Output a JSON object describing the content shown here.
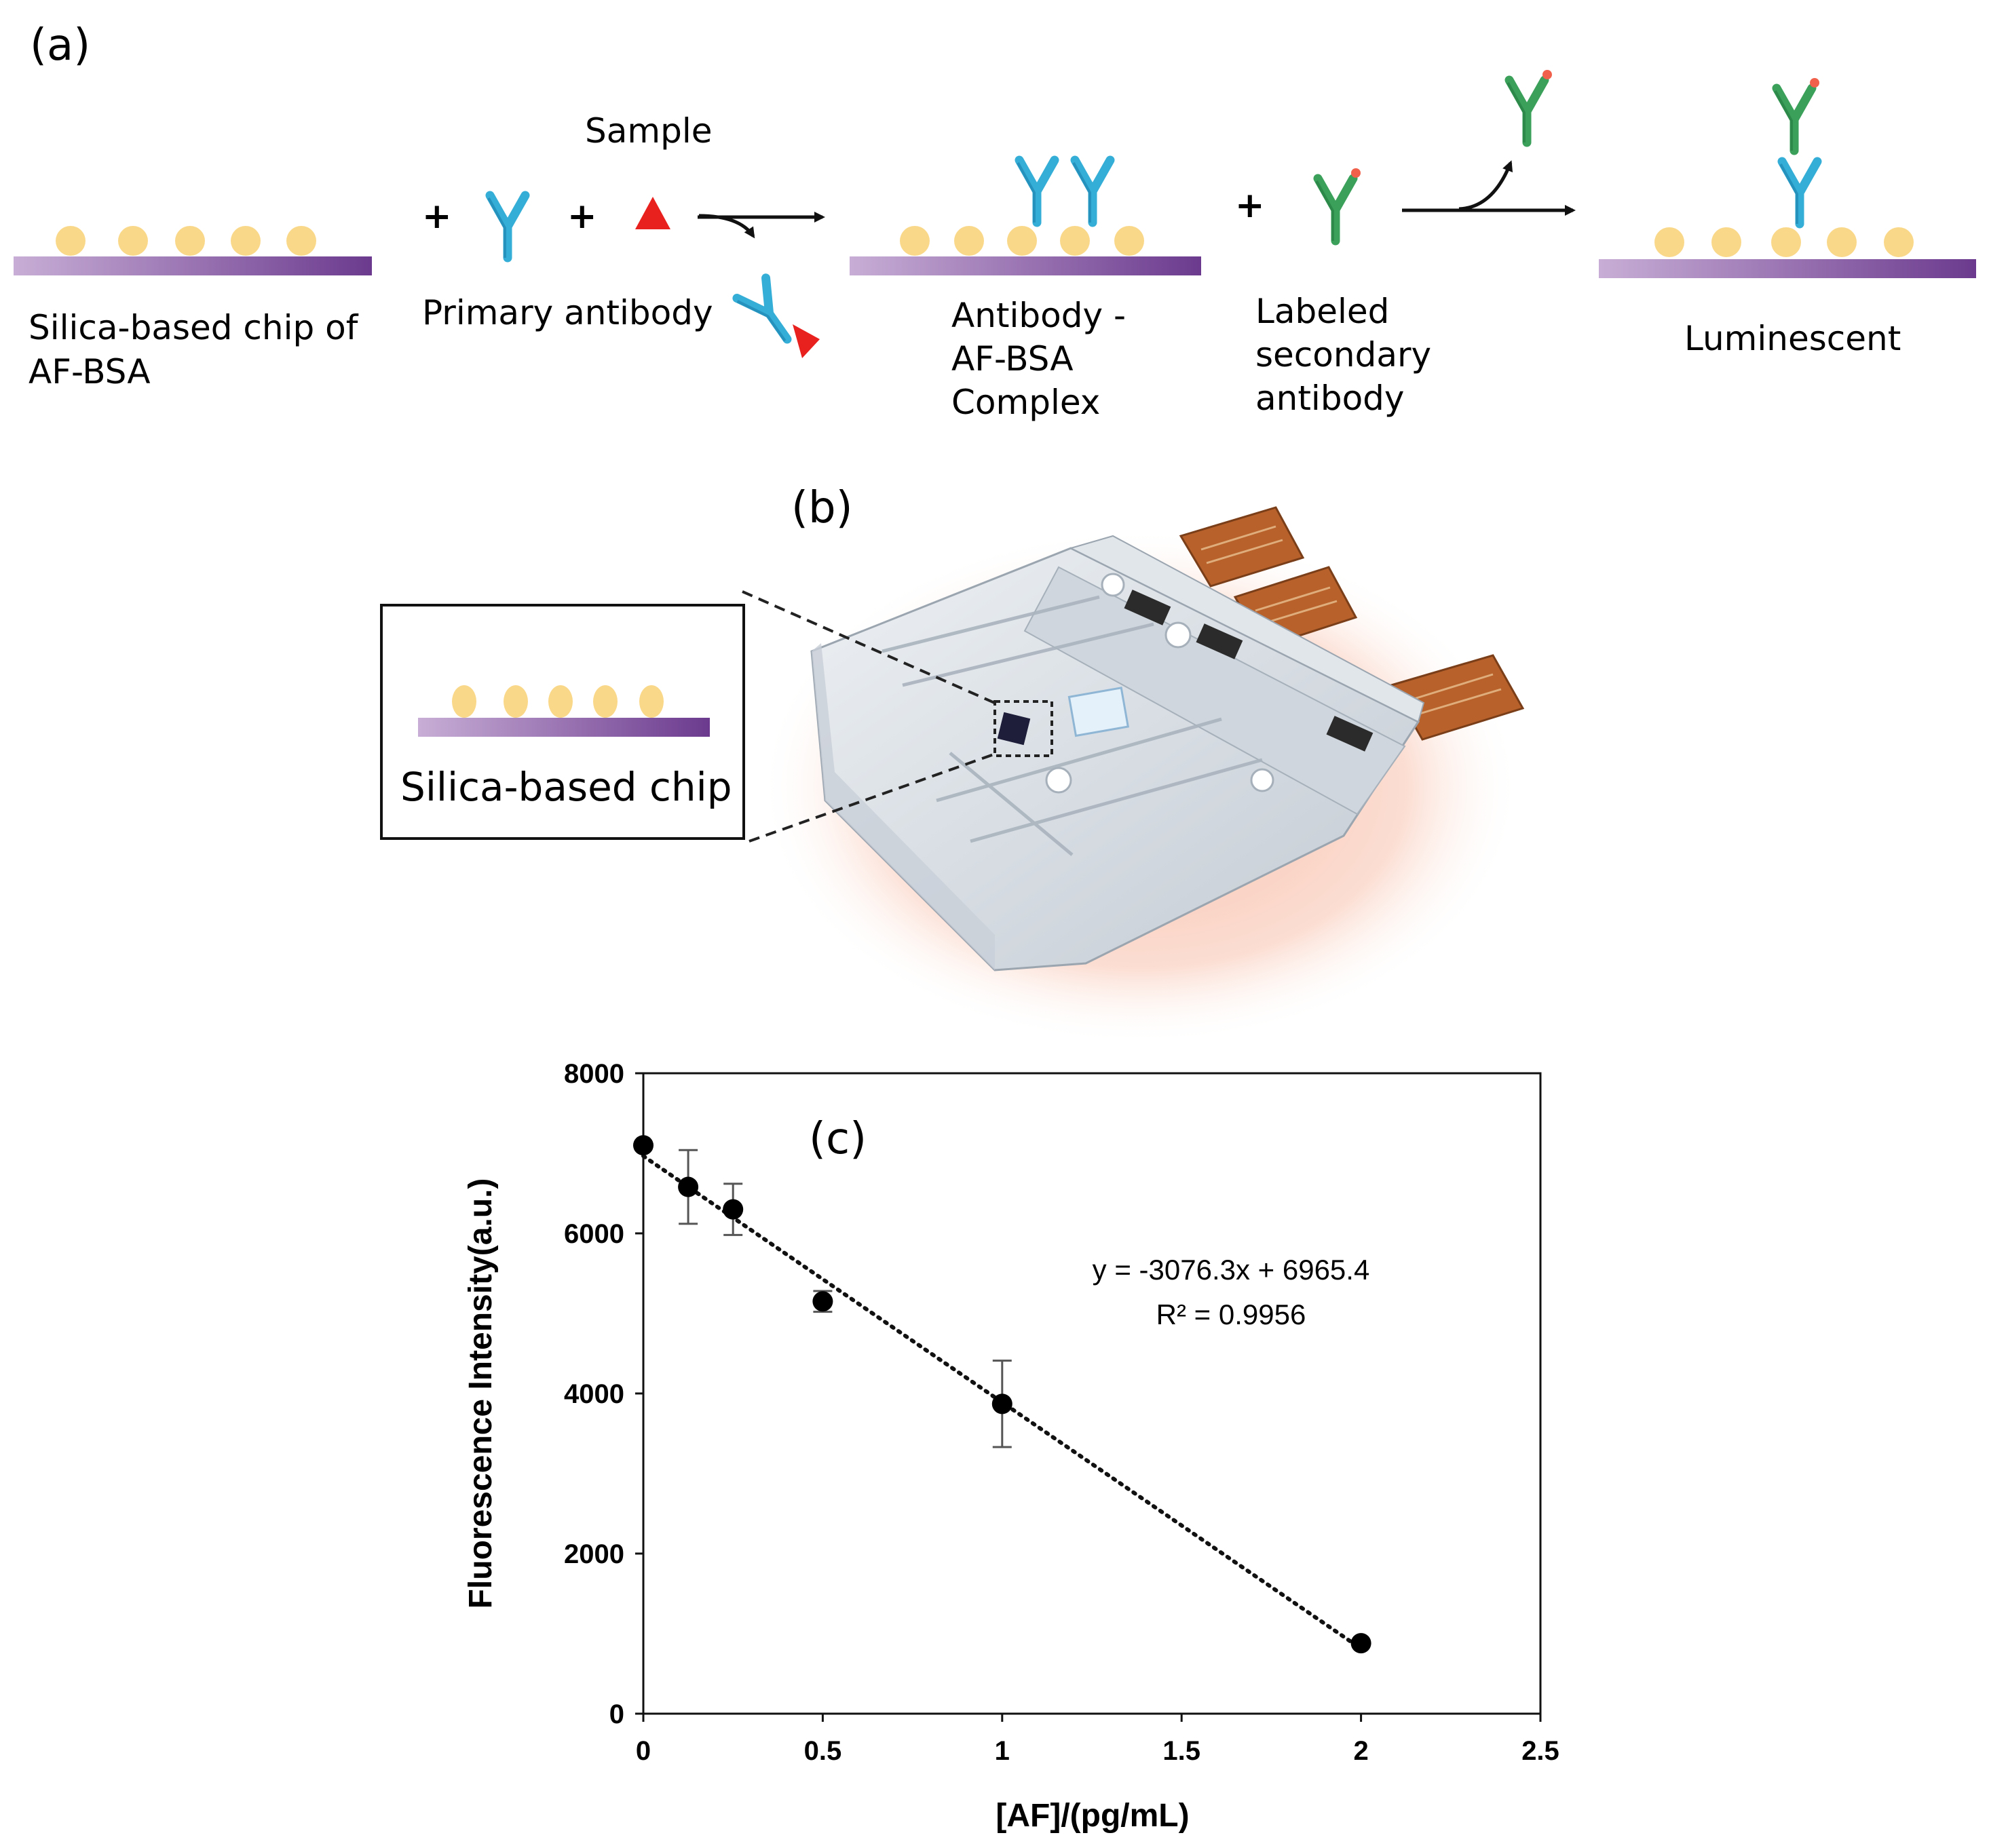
{
  "panel_a": {
    "label": "(a)",
    "sample_label": "Sample",
    "plus": "+",
    "chip_label_1": "Silica-based chip of",
    "chip_label_2": "AF-BSA",
    "primary_label": "Primary antibody",
    "complex_label_1": "Antibody -",
    "complex_label_2": "AF-BSA",
    "complex_label_3": "Complex",
    "secondary_label_1": "Labeled",
    "secondary_label_2": "secondary",
    "secondary_label_3": "antibody",
    "luminescent_label": "Luminescent"
  },
  "panel_b": {
    "label": "(b)",
    "inset_label": "Silica-based chip"
  },
  "panel_c": {
    "label": "(c)",
    "equation": "y = -3076.3x + 6965.4",
    "r_squared": "R² = 0.9956"
  },
  "colors": {
    "bar_start": "#c8aed6",
    "bar_end": "#6b3a8e",
    "bead": "#fad88a",
    "primary_antibody": "#34aed6",
    "secondary_antibody": "#3aa05a",
    "antigen": "#e8201e",
    "label_dot": "#f0604a",
    "device_glow": "#f7b7a0",
    "flex_cable": "#b8612a"
  },
  "chart_data": {
    "type": "scatter",
    "title": "",
    "xlabel": "[AF]/(pg/mL)",
    "ylabel": "Fluorescence Intensity(a.u.)",
    "xlim": [
      0,
      2.5
    ],
    "ylim": [
      0,
      8000
    ],
    "x_ticks": [
      "0",
      "0.5",
      "1",
      "1.5",
      "2",
      "2.5"
    ],
    "y_ticks": [
      "0",
      "2000",
      "4000",
      "6000",
      "8000"
    ],
    "x_tick_values": [
      0,
      0.5,
      1,
      1.5,
      2,
      2.5
    ],
    "y_tick_values": [
      0,
      2000,
      4000,
      6000,
      8000
    ],
    "grid": false,
    "points": [
      {
        "x": 0,
        "y": 7100,
        "err": 0
      },
      {
        "x": 0.125,
        "y": 6580,
        "err": 460
      },
      {
        "x": 0.25,
        "y": 6300,
        "err": 320
      },
      {
        "x": 0.5,
        "y": 5150,
        "err": 130
      },
      {
        "x": 1,
        "y": 3870,
        "err": 540
      },
      {
        "x": 2,
        "y": 880,
        "err": 0
      }
    ],
    "trendline": {
      "slope": -3076.3,
      "intercept": 6965.4,
      "style": "dotted"
    }
  }
}
